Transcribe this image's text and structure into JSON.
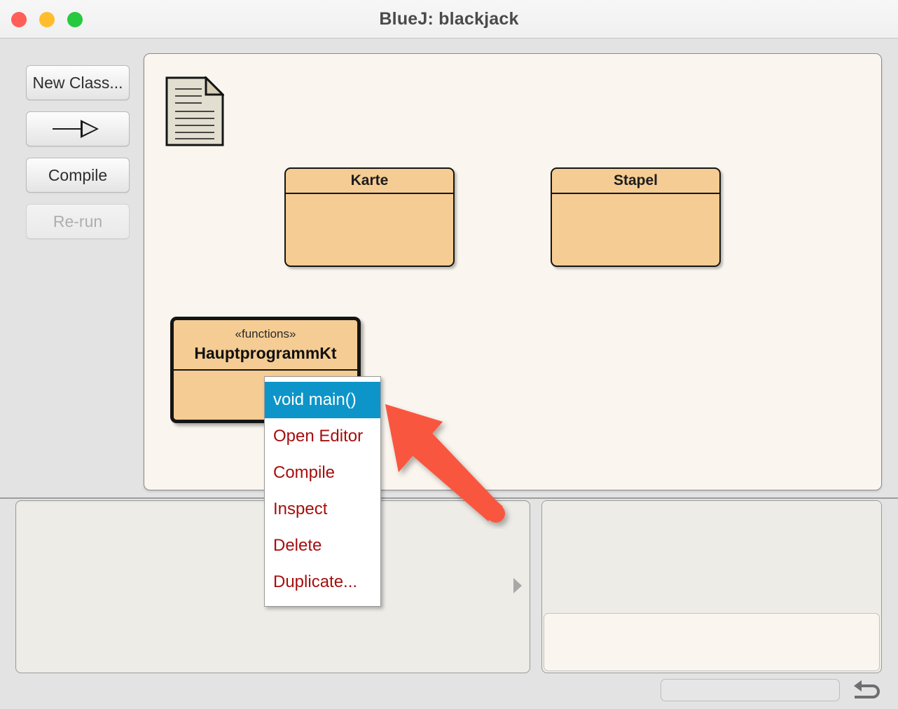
{
  "window": {
    "title": "BlueJ:  blackjack",
    "controls": [
      {
        "name": "close",
        "color": "#ff5f56"
      },
      {
        "name": "minimize",
        "color": "#ffbd2e"
      },
      {
        "name": "maximize",
        "color": "#27c93f"
      }
    ]
  },
  "toolbar": {
    "new_class_label": "New Class...",
    "arrow_label": "",
    "compile_label": "Compile",
    "rerun_label": "Re-run",
    "rerun_disabled": true
  },
  "diagram": {
    "readme_icon": "document-icon",
    "classes": [
      {
        "name": "Karte",
        "stereotype": "",
        "selected": false
      },
      {
        "name": "Stapel",
        "stereotype": "",
        "selected": false
      },
      {
        "name": "HauptprogrammKt",
        "stereotype": "«functions»",
        "selected": true
      }
    ]
  },
  "context_menu": {
    "items": [
      {
        "label": "void main()",
        "highlighted": true
      },
      {
        "label": "Open Editor",
        "highlighted": false
      },
      {
        "label": "Compile",
        "highlighted": false
      },
      {
        "label": "Inspect",
        "highlighted": false
      },
      {
        "label": "Delete",
        "highlighted": false
      },
      {
        "label": "Duplicate...",
        "highlighted": false
      }
    ],
    "highlight_color": "#0d95c9",
    "text_color": "#a60e0e"
  },
  "annotation": {
    "arrow_color": "#f9563f",
    "points_to": "void main()"
  },
  "object_bench": {
    "content": "",
    "collapse_handle": "triangle-up-icon",
    "expand_handle": "triangle-right-icon"
  },
  "terminal": {
    "output": "",
    "input": ""
  },
  "status_bar": {
    "progress_value": "",
    "return_icon": "return-arrow-icon"
  },
  "colors": {
    "class_fill": "#f5cc93",
    "diagram_bg": "#faf6ef",
    "window_bg": "#e3e3e3",
    "accent_blue": "#0d95c9",
    "menu_red": "#a60e0e"
  }
}
